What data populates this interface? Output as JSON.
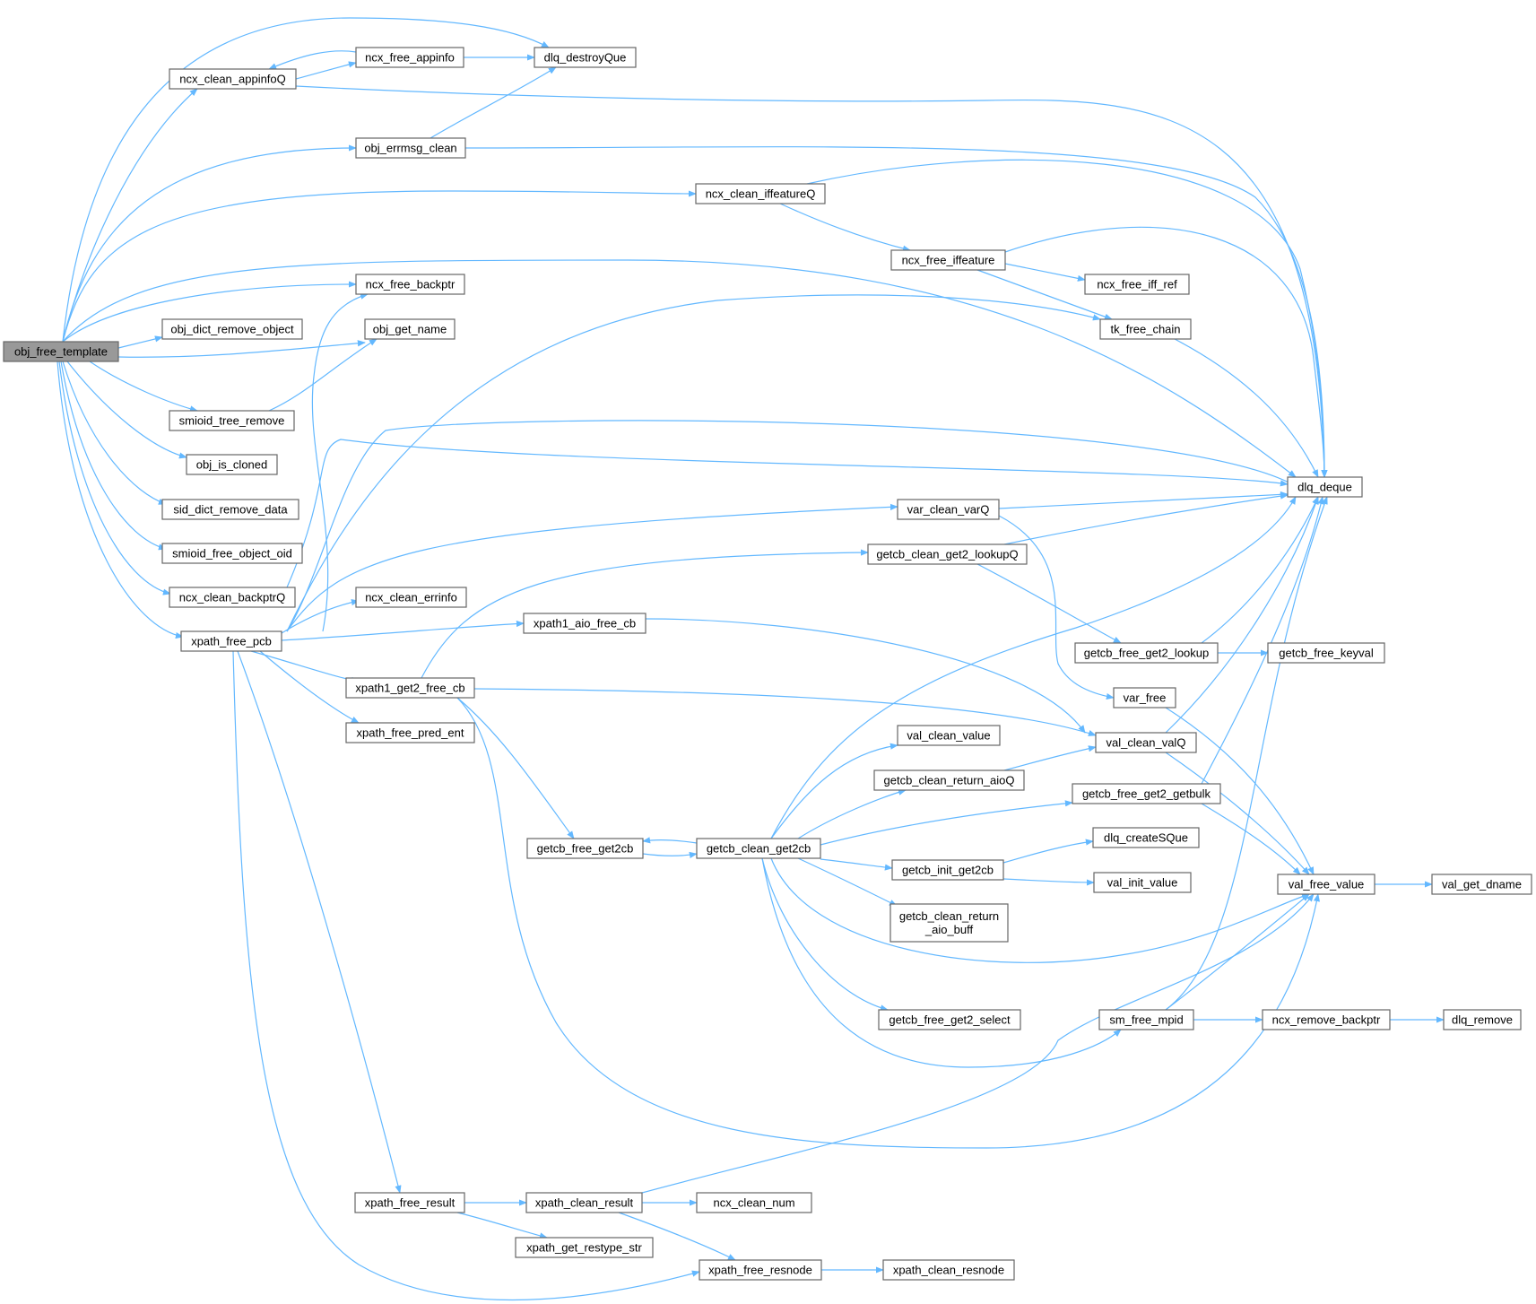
{
  "diagram": {
    "nodes": [
      {
        "id": "obj_free_template",
        "label": "obj_free_template",
        "root": true
      },
      {
        "id": "ncx_clean_appinfoQ",
        "label": "ncx_clean_appinfoQ"
      },
      {
        "id": "ncx_free_appinfo",
        "label": "ncx_free_appinfo"
      },
      {
        "id": "dlq_destroyQue",
        "label": "dlq_destroyQue"
      },
      {
        "id": "obj_errmsg_clean",
        "label": "obj_errmsg_clean"
      },
      {
        "id": "ncx_clean_iffeatureQ",
        "label": "ncx_clean_iffeatureQ"
      },
      {
        "id": "ncx_free_iffeature",
        "label": "ncx_free_iffeature"
      },
      {
        "id": "ncx_free_backptr",
        "label": "ncx_free_backptr"
      },
      {
        "id": "ncx_free_iff_ref",
        "label": "ncx_free_iff_ref"
      },
      {
        "id": "obj_dict_remove_object",
        "label": "obj_dict_remove_object"
      },
      {
        "id": "obj_get_name",
        "label": "obj_get_name"
      },
      {
        "id": "tk_free_chain",
        "label": "tk_free_chain"
      },
      {
        "id": "smioid_tree_remove",
        "label": "smioid_tree_remove"
      },
      {
        "id": "obj_is_cloned",
        "label": "obj_is_cloned"
      },
      {
        "id": "dlq_deque",
        "label": "dlq_deque"
      },
      {
        "id": "sid_dict_remove_data",
        "label": "sid_dict_remove_data"
      },
      {
        "id": "var_clean_varQ",
        "label": "var_clean_varQ"
      },
      {
        "id": "smioid_free_object_oid",
        "label": "smioid_free_object_oid"
      },
      {
        "id": "getcb_clean_get2_lookupQ",
        "label": "getcb_clean_get2_lookupQ"
      },
      {
        "id": "ncx_clean_backptrQ",
        "label": "ncx_clean_backptrQ"
      },
      {
        "id": "ncx_clean_errinfo",
        "label": "ncx_clean_errinfo"
      },
      {
        "id": "xpath1_aio_free_cb",
        "label": "xpath1_aio_free_cb"
      },
      {
        "id": "xpath_free_pcb",
        "label": "xpath_free_pcb"
      },
      {
        "id": "getcb_free_get2_lookup",
        "label": "getcb_free_get2_lookup"
      },
      {
        "id": "getcb_free_keyval",
        "label": "getcb_free_keyval"
      },
      {
        "id": "xpath1_get2_free_cb",
        "label": "xpath1_get2_free_cb"
      },
      {
        "id": "var_free",
        "label": "var_free"
      },
      {
        "id": "xpath_free_pred_ent",
        "label": "xpath_free_pred_ent"
      },
      {
        "id": "val_clean_value",
        "label": "val_clean_value"
      },
      {
        "id": "val_clean_valQ",
        "label": "val_clean_valQ"
      },
      {
        "id": "getcb_clean_return_aioQ",
        "label": "getcb_clean_return_aioQ"
      },
      {
        "id": "getcb_free_get2_getbulk",
        "label": "getcb_free_get2_getbulk"
      },
      {
        "id": "getcb_free_get2cb",
        "label": "getcb_free_get2cb"
      },
      {
        "id": "getcb_clean_get2cb",
        "label": "getcb_clean_get2cb"
      },
      {
        "id": "dlq_createSQue",
        "label": "dlq_createSQue"
      },
      {
        "id": "getcb_init_get2cb",
        "label": "getcb_init_get2cb"
      },
      {
        "id": "val_init_value",
        "label": "val_init_value"
      },
      {
        "id": "val_free_value",
        "label": "val_free_value"
      },
      {
        "id": "val_get_dname",
        "label": "val_get_dname"
      },
      {
        "id": "getcb_clean_return_aio_buff",
        "label": "getcb_clean_return\n_aio_buff"
      },
      {
        "id": "getcb_free_get2_select",
        "label": "getcb_free_get2_select"
      },
      {
        "id": "sm_free_mpid",
        "label": "sm_free_mpid"
      },
      {
        "id": "ncx_remove_backptr",
        "label": "ncx_remove_backptr"
      },
      {
        "id": "dlq_remove",
        "label": "dlq_remove"
      },
      {
        "id": "xpath_free_result",
        "label": "xpath_free_result"
      },
      {
        "id": "xpath_clean_result",
        "label": "xpath_clean_result"
      },
      {
        "id": "ncx_clean_num",
        "label": "ncx_clean_num"
      },
      {
        "id": "xpath_get_restype_str",
        "label": "xpath_get_restype_str"
      },
      {
        "id": "xpath_free_resnode",
        "label": "xpath_free_resnode"
      },
      {
        "id": "xpath_clean_resnode",
        "label": "xpath_clean_resnode"
      }
    ],
    "colors": {
      "edge": "#63b8ff",
      "node_border": "#666666",
      "node_fill": "#ffffff",
      "root_fill": "#999999",
      "text": "#000000"
    }
  }
}
